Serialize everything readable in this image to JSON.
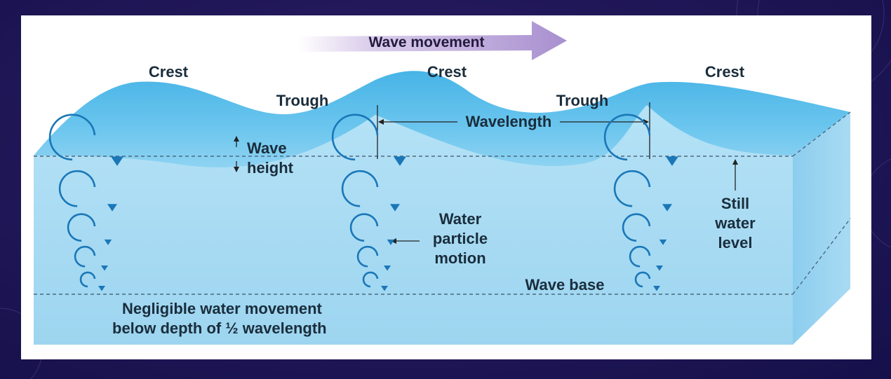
{
  "diagram": {
    "wave_movement": "Wave movement",
    "crest": "Crest",
    "trough": "Trough",
    "wavelength": "Wavelength",
    "wave_height_line1": "Wave",
    "wave_height_line2": "height",
    "water_particle_line1": "Water",
    "water_particle_line2": "particle",
    "water_particle_line3": "motion",
    "still_water_line1": "Still",
    "still_water_line2": "water",
    "still_water_line3": "level",
    "wave_base": "Wave base",
    "negligible_line1": "Negligible water movement",
    "negligible_line2": "below depth of ½ wavelength"
  },
  "colors": {
    "slide_background": "#22185a",
    "water_front": "#a8dcf4",
    "water_surface": "#5ec1ec",
    "orbit_arrows": "#1a77b8",
    "arrow_banner": "#b9a4d6"
  }
}
